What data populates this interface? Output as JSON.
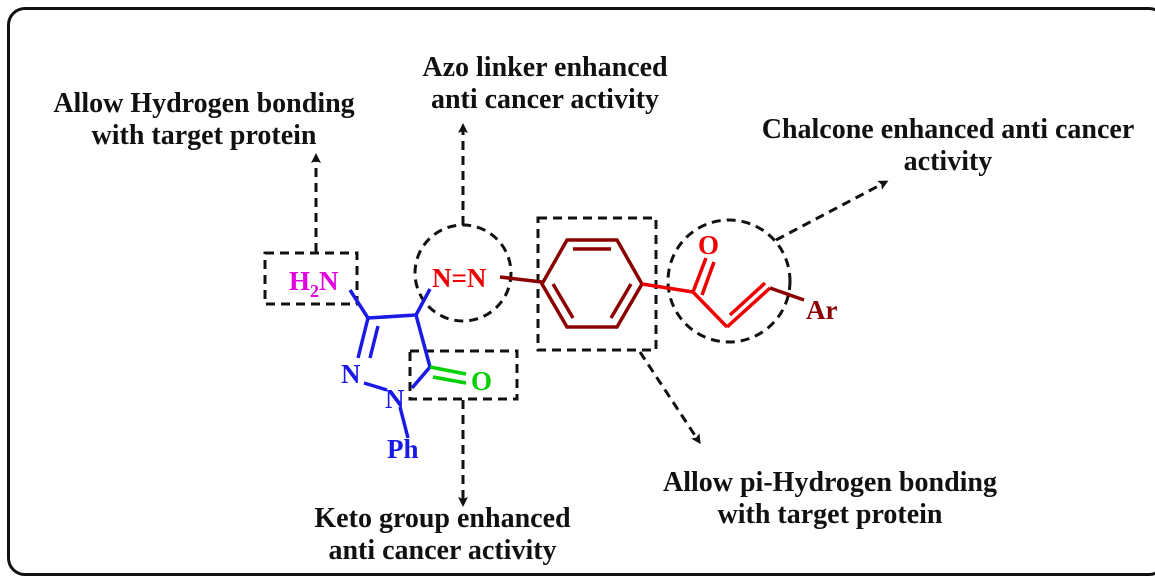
{
  "annotations": {
    "h_bond": [
      "Allow Hydrogen bonding",
      "with target protein"
    ],
    "azo": [
      "Azo linker enhanced",
      "anti cancer activity"
    ],
    "chalcone": [
      "Chalcone enhanced anti cancer",
      "activity"
    ],
    "keto": [
      "Keto group enhanced",
      "anti cancer activity"
    ],
    "pi_bond": [
      "Allow pi-Hydrogen bonding",
      "with target protein"
    ]
  },
  "atoms": {
    "amine_h": "H",
    "amine_sub": "2",
    "amine_n": "N",
    "azo": "N=N",
    "ring_n1": "N",
    "ring_n2": "N",
    "ring_o": "O",
    "phenyl": "Ph",
    "chalcone_o": "O",
    "aryl": "Ar"
  },
  "colors": {
    "amine": "#e000e0",
    "pyrazolone": "#1a1ae6",
    "carbonyl": "#00d000",
    "azo": "#ee0000",
    "benzene": "#8b0000",
    "chalcone": "#ee0000",
    "annotation": "#111111"
  }
}
